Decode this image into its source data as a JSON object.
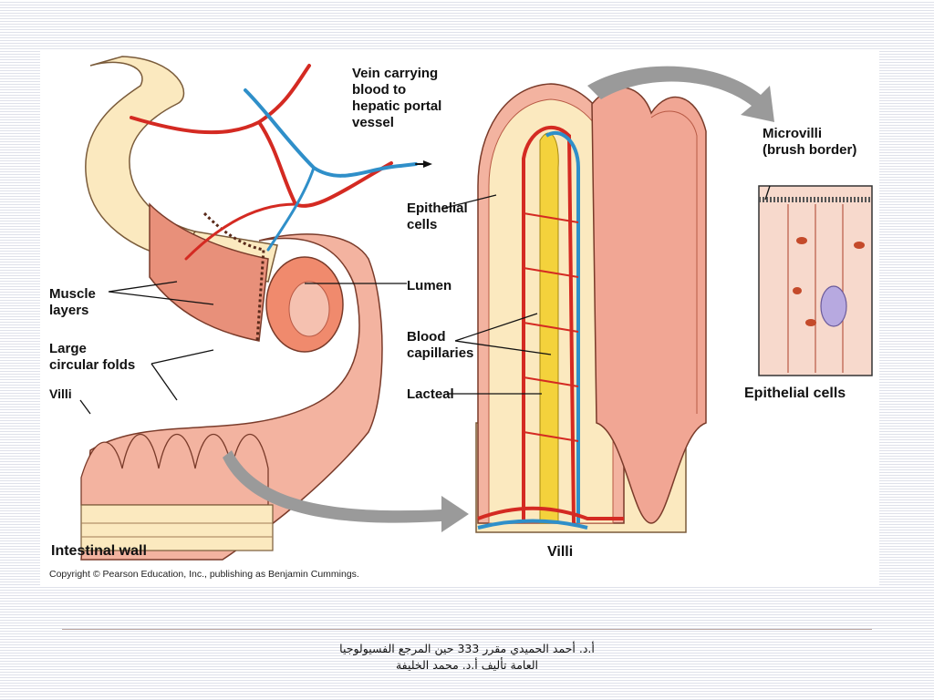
{
  "labels": {
    "vein": "Vein carrying\nblood to\nhepatic portal\nvessel",
    "muscle": "Muscle\nlayers",
    "folds": "Large\ncircular folds",
    "villi_small": "Villi",
    "intestinal_wall": "Intestinal wall",
    "copyright": "Copyright © Pearson Education, Inc., publishing as Benjamin Cummings.",
    "epithelial": "Epithelial\ncells",
    "lumen": "Lumen",
    "blood_capillaries": "Blood\ncapillaries",
    "lacteal": "Lacteal",
    "villi_caption": "Villi",
    "microvilli": "Microvilli\n(brush border)",
    "epithelial_cells_caption": "Epithelial cells"
  },
  "footer": {
    "line1": "أ.د. أحمد الحميدي مقرر 333 حين المرجع الفسيولوجيا",
    "line2": "العامة تأليف أ.د. محمد الخليفة"
  },
  "colors": {
    "flesh": "#f3b3a0",
    "tube": "#fbe9bf",
    "muscle": "#e8907a",
    "artery": "#d42a22",
    "vein": "#2f8fc9",
    "lacteal": "#f4d23c",
    "arrow": "#9a9a9a",
    "nucleus": "#b7a9e0"
  }
}
